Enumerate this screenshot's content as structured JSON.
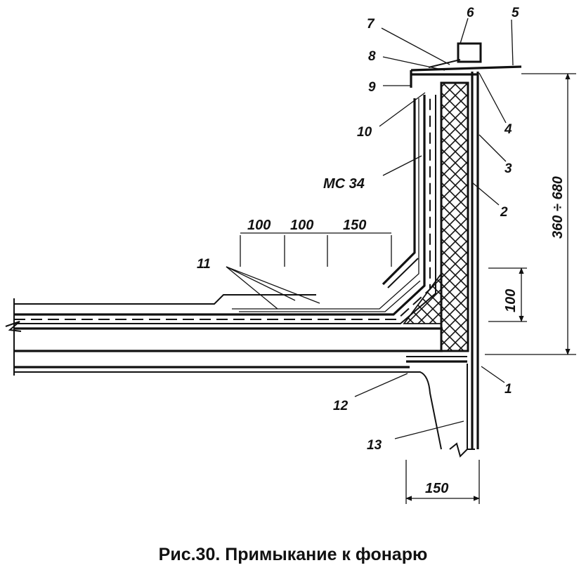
{
  "caption": "Рис.30. Примыкание к фонарю",
  "material_label": "МС 34",
  "dimensions": {
    "d1": "100",
    "d2": "100",
    "d3": "150",
    "height_range": "360 ÷ 680",
    "upturn": "100",
    "bottom": "150"
  },
  "callouts": [
    "1",
    "2",
    "3",
    "4",
    "5",
    "6",
    "7",
    "8",
    "9",
    "10",
    "11",
    "12",
    "13"
  ]
}
